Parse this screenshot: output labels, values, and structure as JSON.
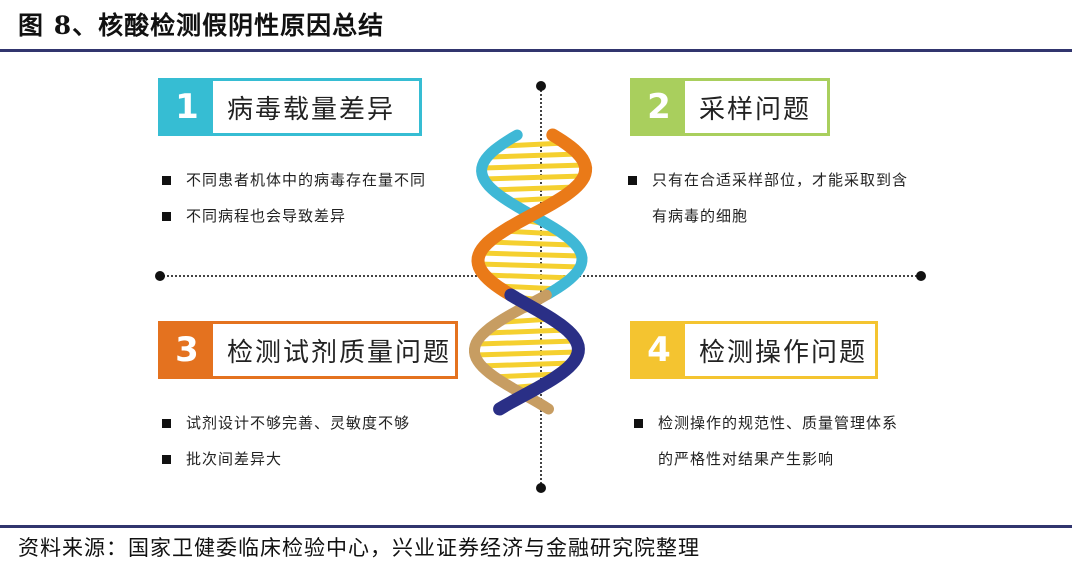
{
  "figure_title": "图 8、核酸检测假阴性原因总结",
  "source": "资料来源：国家卫健委临床检验中心，兴业证券经济与金融研究院整理",
  "colors": {
    "rule": "#31356e",
    "q1": "#36bdd3",
    "q2": "#a9cf5d",
    "q3": "#e4721f",
    "q4": "#f4c430",
    "dna_orange": "#ea7a18",
    "dna_navy": "#2a2f86",
    "dna_cyan": "#3fb8d6",
    "dna_tan": "#c79d62",
    "dna_rung": "#f5d02f"
  },
  "quadrants": [
    {
      "number": "1",
      "label": "病毒载量差异",
      "bullets": [
        "不同患者机体中的病毒存在量不同",
        "不同病程也会导致差异"
      ]
    },
    {
      "number": "2",
      "label": "采样问题",
      "bullets": [
        "只有在合适采样部位，才能采取到含有病毒的细胞"
      ]
    },
    {
      "number": "3",
      "label": "检测试剂质量问题",
      "bullets": [
        "试剂设计不够完善、灵敏度不够",
        "批次间差异大"
      ]
    },
    {
      "number": "4",
      "label": "检测操作问题",
      "bullets": [
        "检测操作的规范性、质量管理体系的严格性对结果产生影响"
      ]
    }
  ]
}
